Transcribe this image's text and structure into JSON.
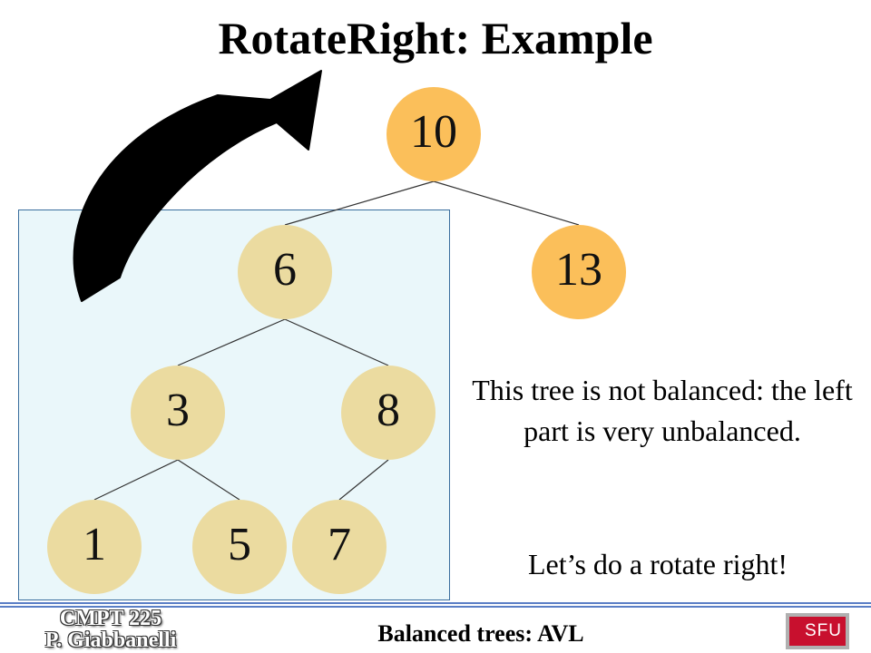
{
  "slide": {
    "title": "RotateRight: Example",
    "explanation": "This tree is not balanced: the left part is very unbalanced.",
    "call_to_action": "Let’s do a rotate right!"
  },
  "tree": {
    "nodes": [
      {
        "id": "n10",
        "label": "10",
        "color": "#fbbf5a"
      },
      {
        "id": "n13",
        "label": "13",
        "color": "#fbbf5a"
      },
      {
        "id": "n6",
        "label": "6",
        "color": "#ebdba0"
      },
      {
        "id": "n3",
        "label": "3",
        "color": "#ebdba0"
      },
      {
        "id": "n8",
        "label": "8",
        "color": "#ebdba0"
      },
      {
        "id": "n1",
        "label": "1",
        "color": "#ebdba0"
      },
      {
        "id": "n5",
        "label": "5",
        "color": "#ebdba0"
      },
      {
        "id": "n7",
        "label": "7",
        "color": "#ebdba0"
      }
    ],
    "edges": [
      [
        "n10",
        "n6"
      ],
      [
        "n10",
        "n13"
      ],
      [
        "n6",
        "n3"
      ],
      [
        "n6",
        "n8"
      ],
      [
        "n3",
        "n1"
      ],
      [
        "n3",
        "n5"
      ],
      [
        "n8",
        "n7"
      ]
    ],
    "rotation_arrow_icon": "curved-arrow-icon"
  },
  "footer": {
    "course": "CMPT 225",
    "author": "P. Giabbanelli",
    "topic": "Balanced trees: AVL",
    "logo_text": "SFU",
    "logo_color": "#c8102e"
  }
}
